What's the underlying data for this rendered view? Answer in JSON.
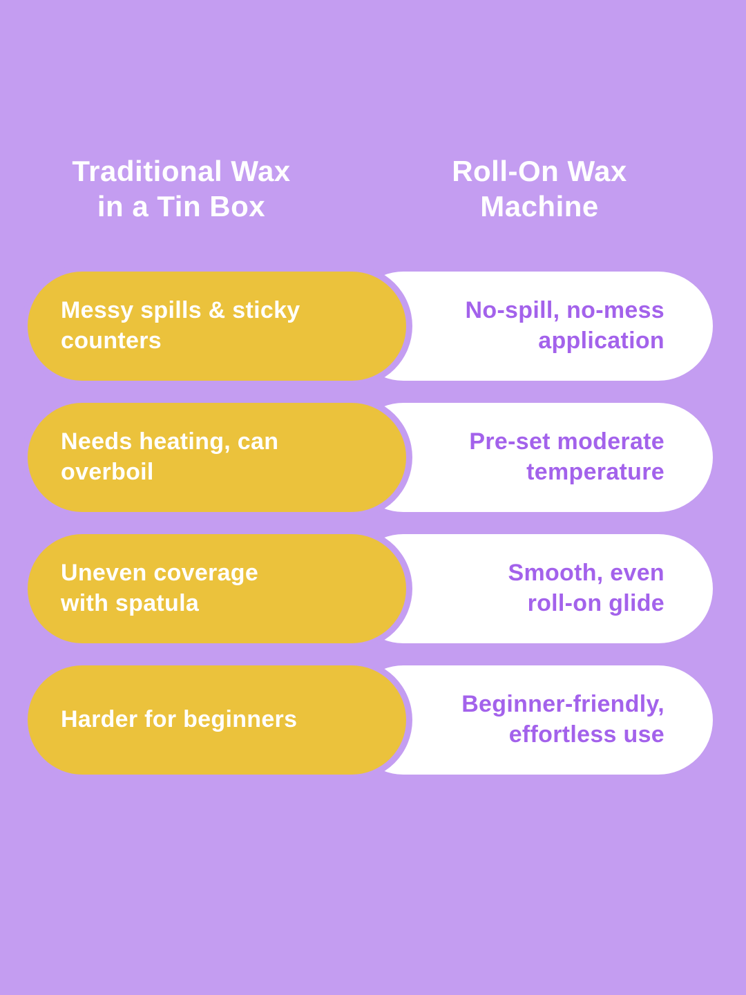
{
  "page": {
    "background_color": "#C49DF1",
    "pill_yellow_color": "#EBC23C",
    "pill_white_color": "#FFFFFF",
    "purple_text_color": "#A362EB",
    "header_text_color": "#FFFFFF"
  },
  "headers": {
    "left": "Traditional Wax\nin a Tin Box",
    "right": "Roll-On Wax\nMachine"
  },
  "rows": [
    {
      "left": "Messy spills & sticky\ncounters",
      "right": "No-spill, no-mess\napplication"
    },
    {
      "left": "Needs heating, can\noverboil",
      "right": "Pre-set moderate\ntemperature"
    },
    {
      "left": "Uneven coverage\nwith spatula",
      "right": "Smooth, even\nroll-on glide"
    },
    {
      "left": "Harder for beginners",
      "right": "Beginner-friendly,\neffortless use"
    }
  ]
}
